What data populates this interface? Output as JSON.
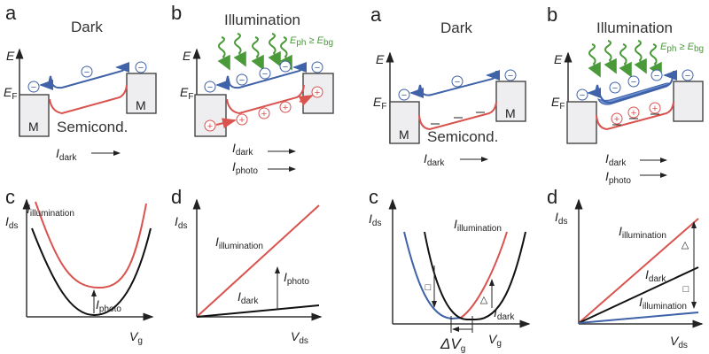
{
  "colors": {
    "electron": "#3f62a8",
    "hole": "#d9534f",
    "light": "#4a9a3a",
    "dark_curve": "#111111"
  },
  "symbols": {
    "electron": "−",
    "hole": "+",
    "increase": "△",
    "decrease": "□"
  },
  "left": {
    "a": {
      "letter": "a",
      "title": "Dark",
      "axis_E": "E",
      "fermi": {
        "main": "E",
        "sub": "F"
      },
      "metal": "M",
      "semiconductor": "Semicond.",
      "current": {
        "main": "I",
        "sub": "dark"
      }
    },
    "b": {
      "letter": "b",
      "title": "Illumination",
      "axis_E": "E",
      "fermi": {
        "main": "E",
        "sub": "F"
      },
      "photon_condition": {
        "e1": "E",
        "s1": "ph",
        "rel": " ≥ ",
        "e2": "E",
        "s2": "bg"
      },
      "current_dark": {
        "main": "I",
        "sub": "dark"
      },
      "current_photo": {
        "main": "I",
        "sub": "photo"
      }
    },
    "c": {
      "letter": "c",
      "y_label": {
        "main": "I",
        "sub": "ds"
      },
      "x_label": {
        "main": "V",
        "sub": "g"
      },
      "curve_illum": {
        "main": "I",
        "sub": "illumination"
      },
      "photo": {
        "main": "I",
        "sub": "photo"
      }
    },
    "d": {
      "letter": "d",
      "y_label": {
        "main": "I",
        "sub": "ds"
      },
      "x_label": {
        "main": "V",
        "sub": "ds"
      },
      "line_illum": {
        "main": "I",
        "sub": "illumination"
      },
      "line_dark": {
        "main": "I",
        "sub": "dark"
      },
      "photo": {
        "main": "I",
        "sub": "photo"
      }
    }
  },
  "right": {
    "a": {
      "letter": "a",
      "title": "Dark",
      "axis_E": "E",
      "fermi": {
        "main": "E",
        "sub": "F"
      },
      "metal": "M",
      "semiconductor": "Semicond.",
      "current": {
        "main": "I",
        "sub": "dark"
      }
    },
    "b": {
      "letter": "b",
      "title": "Illumination",
      "axis_E": "E",
      "fermi": {
        "main": "E",
        "sub": "F"
      },
      "photon_condition": {
        "e1": "E",
        "s1": "ph",
        "rel": " ≥ ",
        "e2": "E",
        "s2": "bg"
      },
      "current_dark": {
        "main": "I",
        "sub": "dark"
      },
      "current_photo": {
        "main": "I",
        "sub": "photo"
      }
    },
    "c": {
      "letter": "c",
      "y_label": {
        "main": "I",
        "sub": "ds"
      },
      "x_label": {
        "main": "V",
        "sub": "g"
      },
      "curve_illum": {
        "main": "I",
        "sub": "illumination"
      },
      "curve_dark": {
        "main": "I",
        "sub": "dark"
      },
      "shift": {
        "main": "ΔV",
        "sub": "g"
      }
    },
    "d": {
      "letter": "d",
      "y_label": {
        "main": "I",
        "sub": "ds"
      },
      "x_label": {
        "main": "V",
        "sub": "ds"
      },
      "line_illum_up": {
        "main": "I",
        "sub": "illumination"
      },
      "line_dark": {
        "main": "I",
        "sub": "dark"
      },
      "line_illum_down": {
        "main": "I",
        "sub": "illumination"
      }
    }
  }
}
